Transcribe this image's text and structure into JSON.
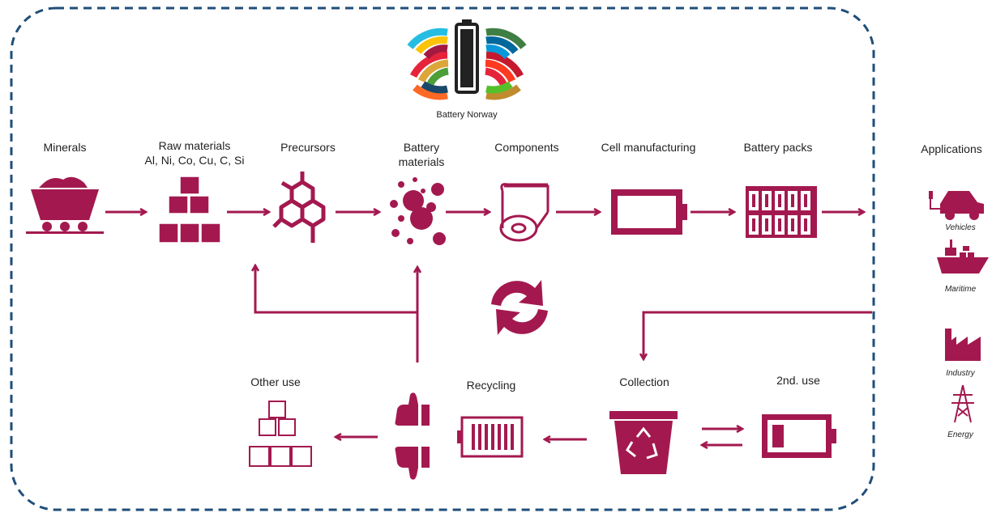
{
  "logo": {
    "caption": "Battery Norway"
  },
  "stages": {
    "minerals": "Minerals",
    "raw_materials": "Raw materials",
    "raw_materials_sub": "Al, Ni, Co, Cu, C, Si",
    "precursors": "Precursors",
    "battery_materials_1": "Battery",
    "battery_materials_2": "materials",
    "components": "Components",
    "cell_manufacturing": "Cell manufacturing",
    "battery_packs": "Battery packs"
  },
  "applications": {
    "title": "Applications",
    "vehicles": "Vehicles",
    "maritime": "Maritime",
    "industry": "Industry",
    "energy": "Energy"
  },
  "loop": {
    "other_use": "Other use",
    "recycling": "Recycling",
    "collection": "Collection",
    "second_use": "2nd. use"
  },
  "colors": {
    "brand": "#a3194f",
    "border": "#1f4e79",
    "text": "#1f1f1f"
  },
  "icons": {
    "minerals": "mine-cart-icon",
    "raw_materials": "stacked-boxes-icon",
    "precursors": "hexagon-molecule-icon",
    "battery_materials": "particles-icon",
    "components": "foil-roll-icon",
    "cell_manufacturing": "battery-cell-icon",
    "battery_packs": "battery-pack-icon",
    "cycle": "recycle-arrows-icon",
    "collection": "recycle-bin-icon",
    "second_use": "low-battery-icon",
    "recycling": "battery-outline-icon",
    "thumbs": "thumbs-up-down-icon",
    "other_use": "box-pyramid-icon",
    "vehicles": "car-plug-icon",
    "maritime": "ship-icon",
    "industry": "factory-icon",
    "energy": "power-pylon-icon"
  }
}
